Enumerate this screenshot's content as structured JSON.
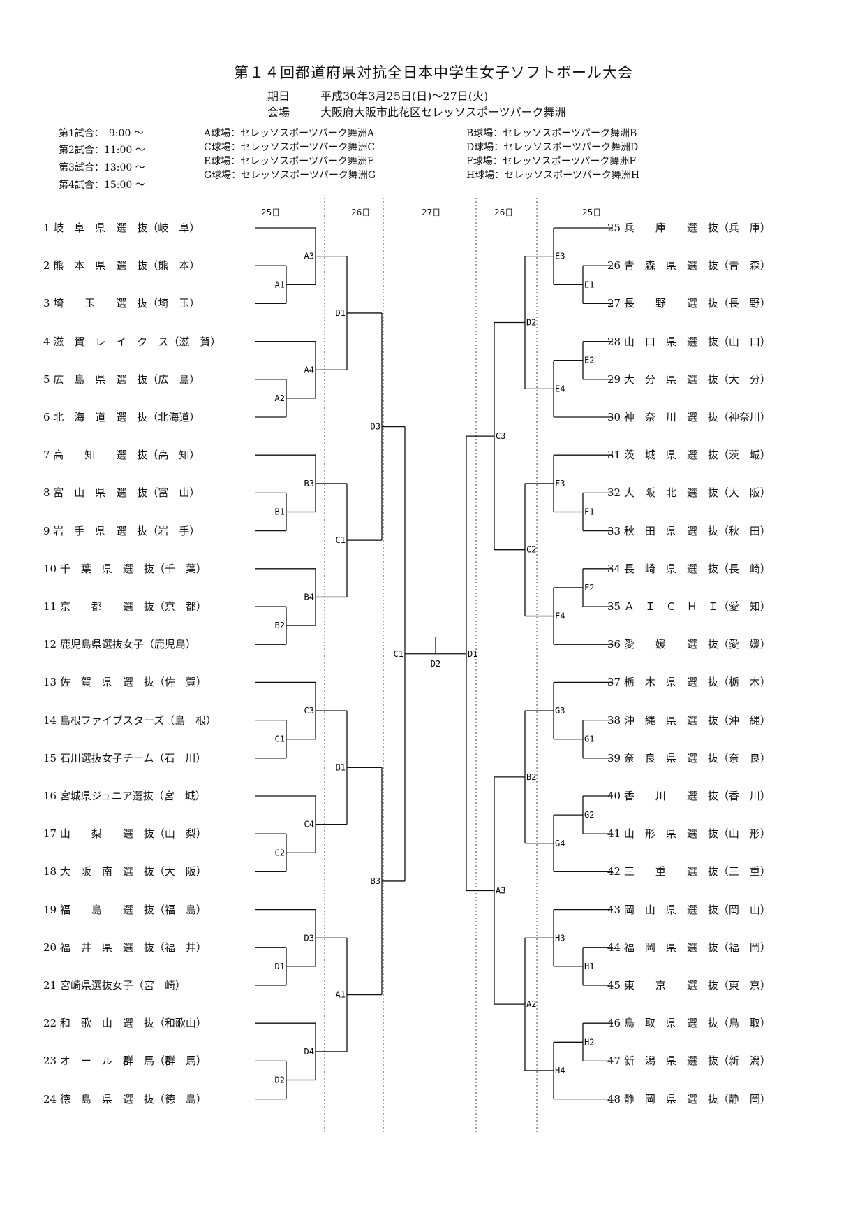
{
  "title": "第１４回都道府県対抗全日本中学生女子ソフトボール大会",
  "dates_label": "期日",
  "dates_value": "平成30年3月25日(日)～27日(火)",
  "venue_label": "会場",
  "venue_value": "大阪府大阪市此花区セレッソスポーツパーク舞洲",
  "schedule": [
    "第1試合：　9:00 ～",
    "第2試合：11:00 ～",
    "第3試合：13:00 ～",
    "第4試合：15:00 ～"
  ],
  "fields_left": [
    "A球場：セレッソスポーツパーク舞洲A",
    "C球場：セレッソスポーツパーク舞洲C",
    "E球場：セレッソスポーツパーク舞洲E",
    "G球場：セレッソスポーツパーク舞洲G"
  ],
  "fields_right": [
    "B球場：セレッソスポーツパーク舞洲B",
    "D球場：セレッソスポーツパーク舞洲D",
    "F球場：セレッソスポーツパーク舞洲F",
    "H球場：セレッソスポーツパーク舞洲H"
  ],
  "day_headers": [
    "25日",
    "26日",
    "27日",
    "26日",
    "25日"
  ],
  "left_teams": [
    "1 岐　阜　県　選　抜（岐　阜）",
    "2 熊　本　県　選　抜（熊　本）",
    "3 埼　　玉　　選　抜（埼　玉）",
    "4 滋　賀　レ　イ　ク　ス（滋　賀）",
    "5 広　島　県　選　抜（広　島）",
    "6 北　海　道　選　抜（北海道）",
    "7 高　　知　　選　抜（高　知）",
    "8 富　山　県　選　抜（富　山）",
    "9 岩　手　県　選　抜（岩　手）",
    "10 千　葉　県　選　抜（千　葉）",
    "11 京　　都　　選　抜（京　都）",
    "12 鹿児島県選抜女子（鹿児島）",
    "13 佐　賀　県　選　抜（佐　賀）",
    "14 島根ファイブスターズ（島　根）",
    "15 石川選抜女子チーム（石　川）",
    "16 宮城県ジュニア選抜（宮　城）",
    "17 山　　梨　　選　抜（山　梨）",
    "18 大　阪　南　選　抜（大　阪）",
    "19 福　　島　　選　抜（福　島）",
    "20 福　井　県　選　抜（福　井）",
    "21 宮崎県選抜女子（宮　崎）",
    "22 和　歌　山　選　抜（和歌山）",
    "23 オ　ー　ル　群　馬（群　馬）",
    "24 徳　島　県　選　抜（徳　島）"
  ],
  "right_teams": [
    "25 兵　　庫　　選　抜（兵　庫）",
    "26 青　森　県　選　抜（青　森）",
    "27 長　　野　　選　抜（長　野）",
    "28 山　口　県　選　抜（山　口）",
    "29 大　分　県　選　抜（大　分）",
    "30 神　奈　川　選　抜（神奈川）",
    "31 茨　城　県　選　抜（茨　城）",
    "32 大　阪　北　選　抜（大　阪）",
    "33 秋　田　県　選　抜（秋　田）",
    "34 長　崎　県　選　抜（長　崎）",
    "35 Ａ　Ｉ　Ｃ　Ｈ　Ｉ（愛　知）",
    "36 愛　　媛　　選　抜（愛　媛）",
    "37 栃　木　県　選　抜（栃　木）",
    "38 沖　縄　県　選　抜（沖　縄）",
    "39 奈　良　県　選　抜（奈　良）",
    "40 香　　川　　選　抜（香　川）",
    "41 山　形　県　選　抜（山　形）",
    "42 三　　重　　選　抜（三　重）",
    "43 岡　山　県　選　抜（岡　山）",
    "44 福　岡　県　選　抜（福　岡）",
    "45 東　　京　　選　抜（東　京）",
    "46 鳥　取　県　選　抜（鳥　取）",
    "47 新　潟　県　選　抜（新　潟）",
    "48 静　岡　県　選　抜（静　岡）"
  ],
  "codes": {
    "left_r1": [
      "A1",
      "A2",
      "B1",
      "B2",
      "C1",
      "C2",
      "D1",
      "D2"
    ],
    "left_r2": [
      "A3",
      "A4",
      "B3",
      "B4",
      "C3",
      "C4",
      "D3",
      "D4"
    ],
    "left_r3": [
      "D1",
      "C1",
      "B1",
      "A1"
    ],
    "left_r4": [
      "D3",
      "B3"
    ],
    "left_final": "C1",
    "center": "D2",
    "right_final": "D1",
    "right_r4": [
      "C3",
      "A3"
    ],
    "right_r3": [
      "D2",
      "C2",
      "B2",
      "A2"
    ],
    "right_r2": [
      "E3",
      "E4",
      "F3",
      "F4",
      "G3",
      "G4",
      "H3",
      "H4"
    ],
    "right_r1": [
      "E1",
      "E2",
      "F1",
      "F2",
      "G1",
      "G2",
      "H1",
      "H2"
    ]
  }
}
